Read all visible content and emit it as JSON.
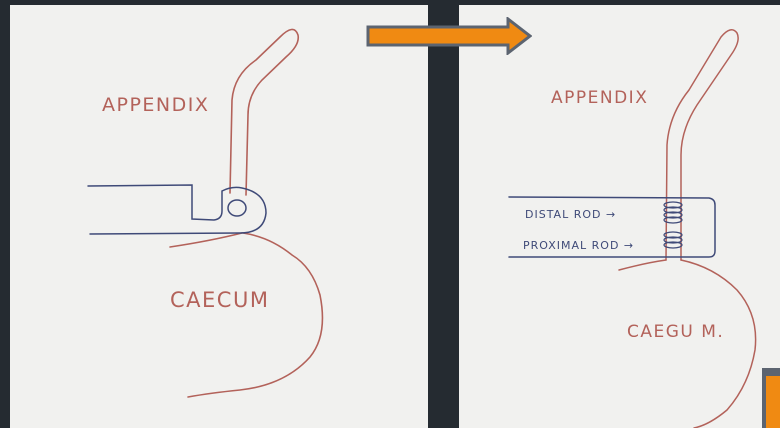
{
  "left_panel": {
    "label_appendix": "APPENDIX",
    "label_caecum": "CAECUM"
  },
  "right_panel": {
    "label_appendix": "APPENDIX",
    "label_distal_rod": "DISTAL ROD →",
    "label_proximal_rod": "PROXIMAL ROD →",
    "label_caecum": "CAEGU M."
  },
  "colors": {
    "background": "#252b31",
    "paper": "#f1f1ef",
    "ink_red": "#b3625a",
    "ink_blue": "#3f4a78",
    "arrow_orange": "#f08a12",
    "arrow_border": "#5c6470"
  },
  "icons": [
    "right-arrow-icon",
    "orange-marker-icon"
  ]
}
